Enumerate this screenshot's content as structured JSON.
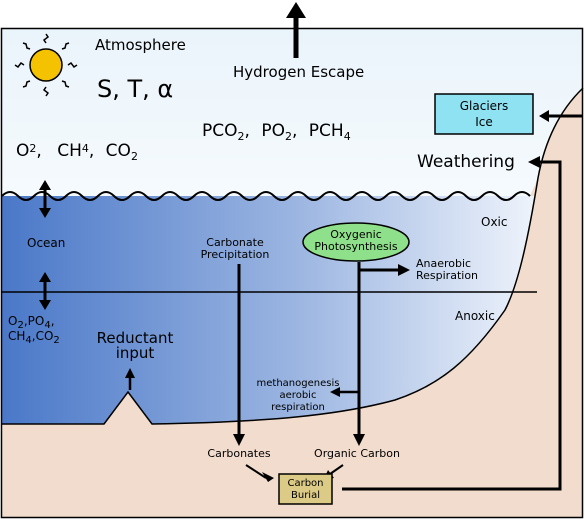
{
  "colors": {
    "sky": "#eef6fb",
    "ocean_light": "#e6eef8",
    "ocean_mid": "#9bb5e1",
    "ocean_dark": "#4a78c8",
    "sediment": "#f2dccd",
    "sun": "#f5c200",
    "glacier": "#8ee2f2",
    "photosynthesis": "#8fe08a",
    "burial": "#dccb86"
  },
  "icons": {
    "sun": "sun-icon",
    "bidirectional_arrow": "double-arrow-icon"
  },
  "labels": {
    "atmosphere": "Atmosphere",
    "stalpha": "S, T, α",
    "hydrogen_escape": "Hydrogen Escape",
    "o2": "O",
    "o2_sub": "2",
    "o2_comma": ",",
    "ch4": "CH",
    "ch4_sub": "4",
    "ch4_comma": ",",
    "co2": "CO",
    "co2_sub": "2",
    "pco2": "PCO",
    "pco2_sub": "2",
    "pco2_comma": ",",
    "po2": "PO",
    "po2_sub": "2",
    "po2_comma": ",",
    "pch4": "PCH",
    "pch4_sub": "4",
    "glaciers_line1": "Glaciers",
    "glaciers_line2": "Ice",
    "weathering": "Weathering",
    "oxic": "Oxic",
    "anoxic": "Anoxic",
    "ocean": "Ocean",
    "nutrients_o": "O",
    "nutrients_o_sub": "2",
    "nutrients_p": ",PO",
    "nutrients_p_sub": "4",
    "nutrients_p_comma": ",",
    "nutrients_ch": "CH",
    "nutrients_ch_sub": "4",
    "nutrients_co": ",CO",
    "nutrients_co_sub": "2",
    "carbonate_precip_line1": "Carbonate",
    "carbonate_precip_line2": "Precipitation",
    "oxygenic_line1": "Oxygenic",
    "oxygenic_line2": "Photosynthesis",
    "anaerobic_line1": "Anaerobic",
    "anaerobic_line2": "Respiration",
    "reductant_line1": "Reductant",
    "reductant_line2": "input",
    "methanogenesis_line1": "methanogenesis",
    "methanogenesis_line2": "aerobic",
    "methanogenesis_line3": "respiration",
    "carbonates": "Carbonates",
    "organic_carbon": "Organic Carbon",
    "burial_line1": "Carbon",
    "burial_line2": "Burial"
  }
}
